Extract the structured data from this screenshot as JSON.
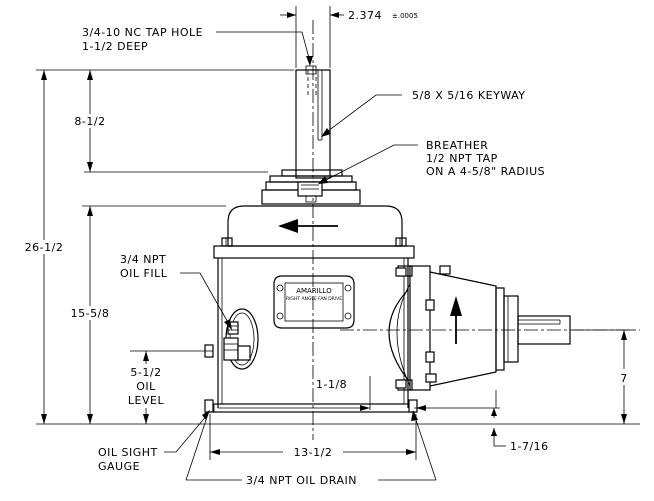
{
  "callouts": {
    "tap_hole_line1": "3/4-10 NC TAP HOLE",
    "tap_hole_line2": "1-1/2 DEEP",
    "keyway": "5/8 X 5/16 KEYWAY",
    "breather_line1": "BREATHER",
    "breather_line2": "1/2 NPT TAP",
    "breather_line3": "ON A 4-5/8\" RADIUS",
    "oil_fill_line1": "3/4 NPT",
    "oil_fill_line2": "OIL FILL",
    "oil_level_line1": "OIL",
    "oil_level_line2": "LEVEL",
    "sight_gauge_line1": "OIL SIGHT",
    "sight_gauge_line2": "GAUGE",
    "oil_drain": "3/4 NPT OIL DRAIN"
  },
  "dimensions": {
    "shaft_dia": "2.374",
    "shaft_tol": "±.0005",
    "shaft_ext": "8-1/2",
    "overall_height": "26-1/2",
    "body_height": "15-5/8",
    "oil_level": "5-1/2",
    "drain_offset": "1-1/8",
    "base_width": "13-1/2",
    "input_height": "7",
    "base_offset": "1-7/16"
  },
  "nameplate": {
    "brand": "AMARILLO",
    "subtitle": "RIGHT ANGLE FAN DRIVE"
  }
}
